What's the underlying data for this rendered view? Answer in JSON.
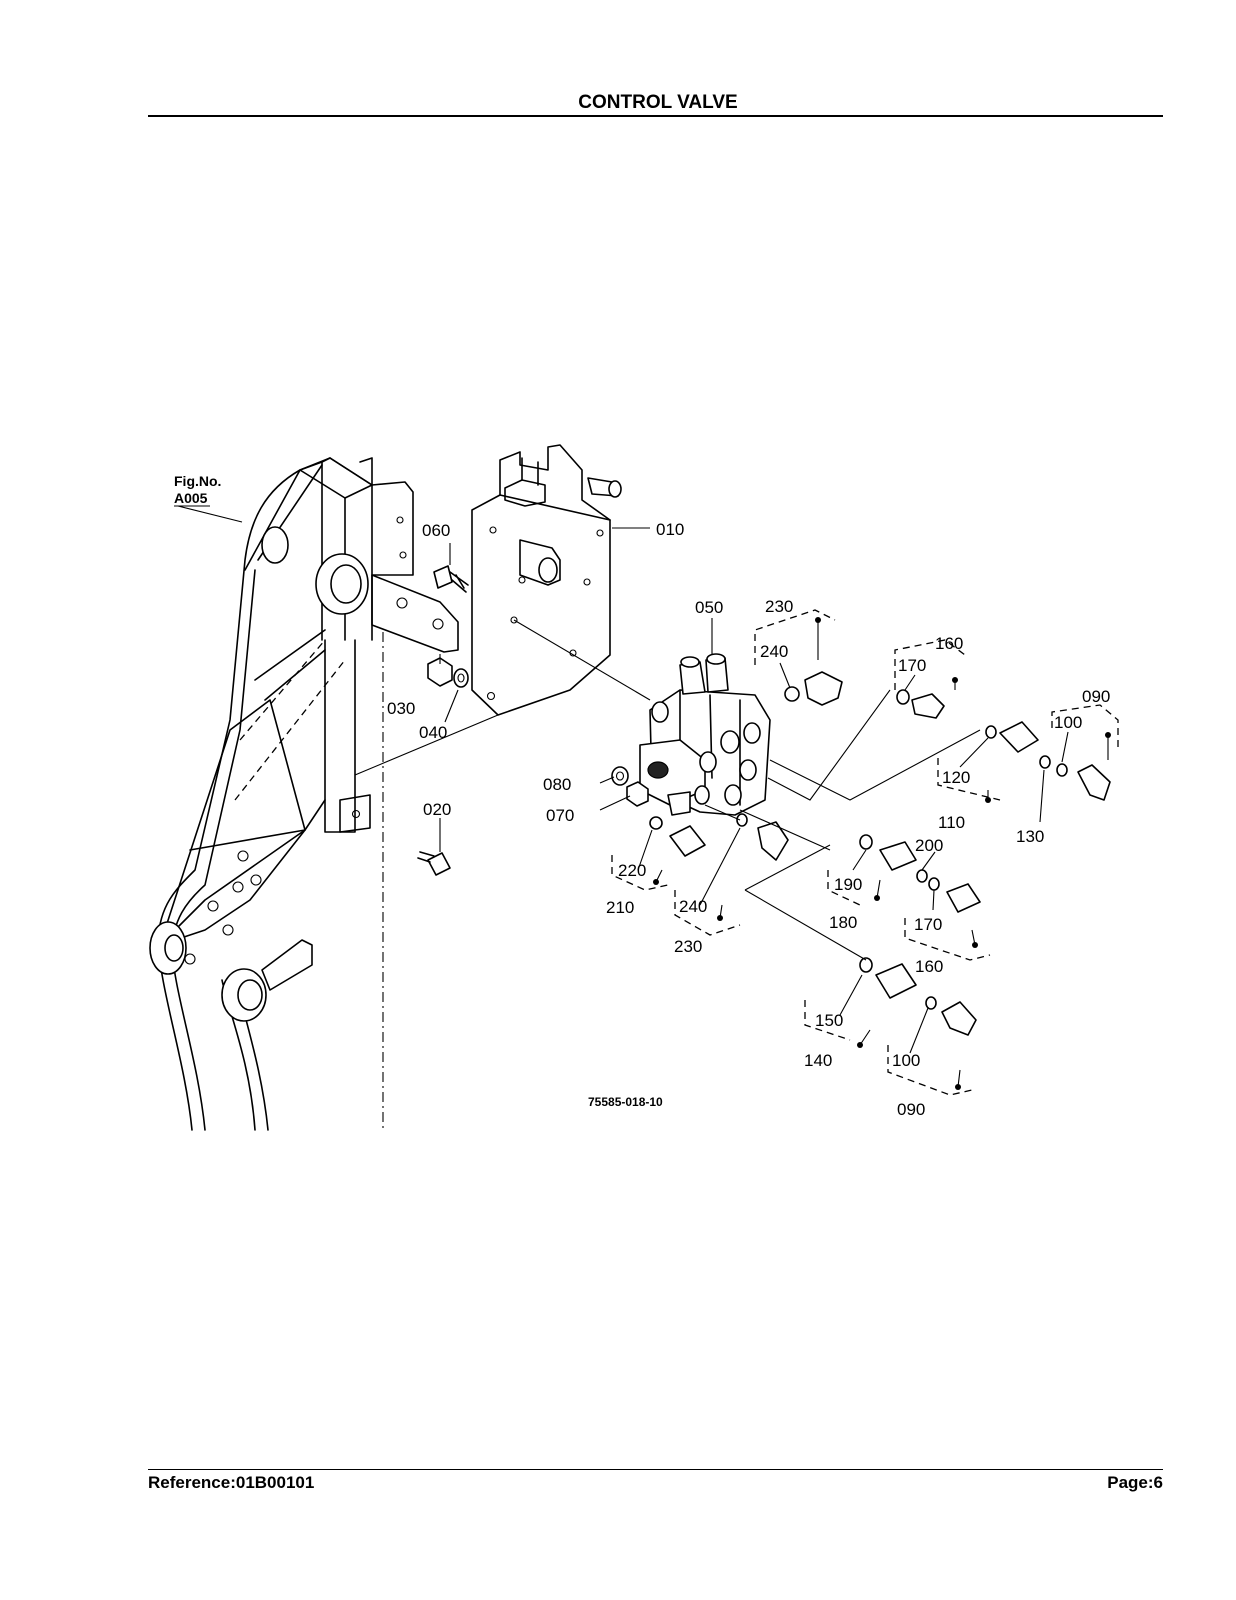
{
  "header": {
    "title": "CONTROL VALVE"
  },
  "figure": {
    "fig_ref": {
      "line1": "Fig.No.",
      "line2": "A005"
    },
    "drawing_number": "75585-018-10",
    "callouts": {
      "c010": "010",
      "c020": "020",
      "c030": "030",
      "c040": "040",
      "c050": "050",
      "c060": "060",
      "c070": "070",
      "c080": "080",
      "c090a": "090",
      "c090b": "090",
      "c100a": "100",
      "c100b": "100",
      "c110": "110",
      "c120": "120",
      "c130": "130",
      "c140": "140",
      "c150": "150",
      "c160a": "160",
      "c160b": "160",
      "c170a": "170",
      "c170b": "170",
      "c180": "180",
      "c190": "190",
      "c200": "200",
      "c210": "210",
      "c220": "220",
      "c230a": "230",
      "c230b": "230",
      "c240a": "240",
      "c240b": "240"
    }
  },
  "footer": {
    "reference": "Reference:01B00101",
    "page": "Page:6"
  }
}
